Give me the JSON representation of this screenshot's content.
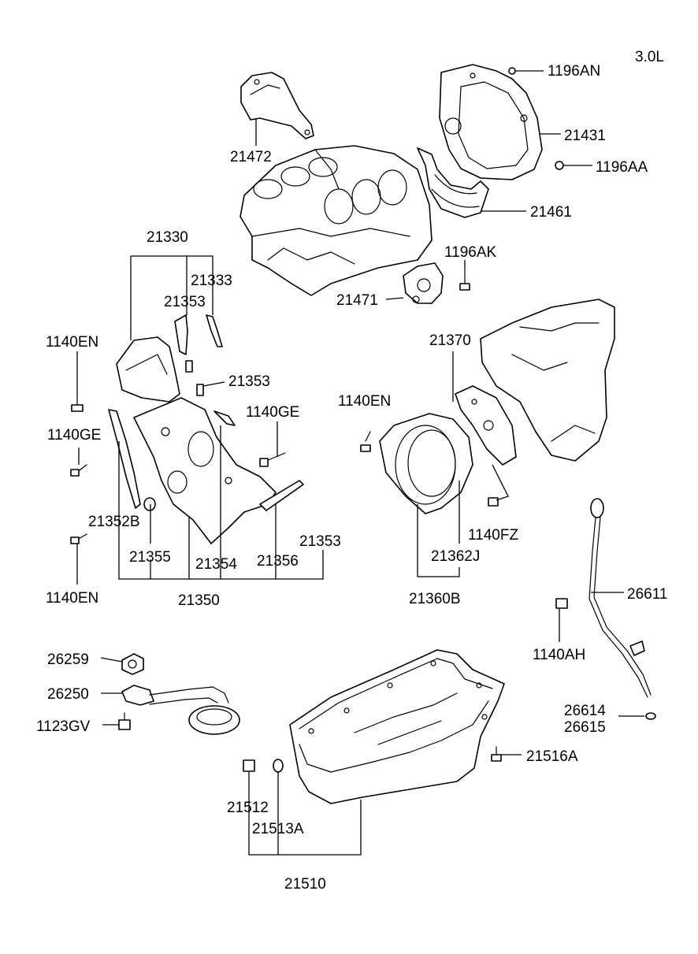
{
  "engine": "3.0L",
  "labels": {
    "p1196AN": "1196AN",
    "p21472": "21472",
    "p21431": "21431",
    "p1196AA": "1196AA",
    "p21461": "21461",
    "p21330": "21330",
    "p1196AK": "1196AK",
    "p21333": "21333",
    "p21353_a": "21353",
    "p21471": "21471",
    "p1140EN_a": "1140EN",
    "p21370": "21370",
    "p21353_b": "21353",
    "p1140EN_b": "1140EN",
    "p1140GE_a": "1140GE",
    "p1140GE_b": "1140GE",
    "p21352B": "21352B",
    "p1140FZ": "1140FZ",
    "p21353_c": "21353",
    "p21355": "21355",
    "p21354": "21354",
    "p21356": "21356",
    "p21362J": "21362J",
    "p1140EN_c": "1140EN",
    "p21350": "21350",
    "p21360B": "21360B",
    "p26611": "26611",
    "p1140AH": "1140AH",
    "p26259": "26259",
    "p26250": "26250",
    "p1123GV": "1123GV",
    "p26614": "26614",
    "p26615": "26615",
    "p21516A": "21516A",
    "p21512": "21512",
    "p21513A": "21513A",
    "p21510": "21510"
  }
}
